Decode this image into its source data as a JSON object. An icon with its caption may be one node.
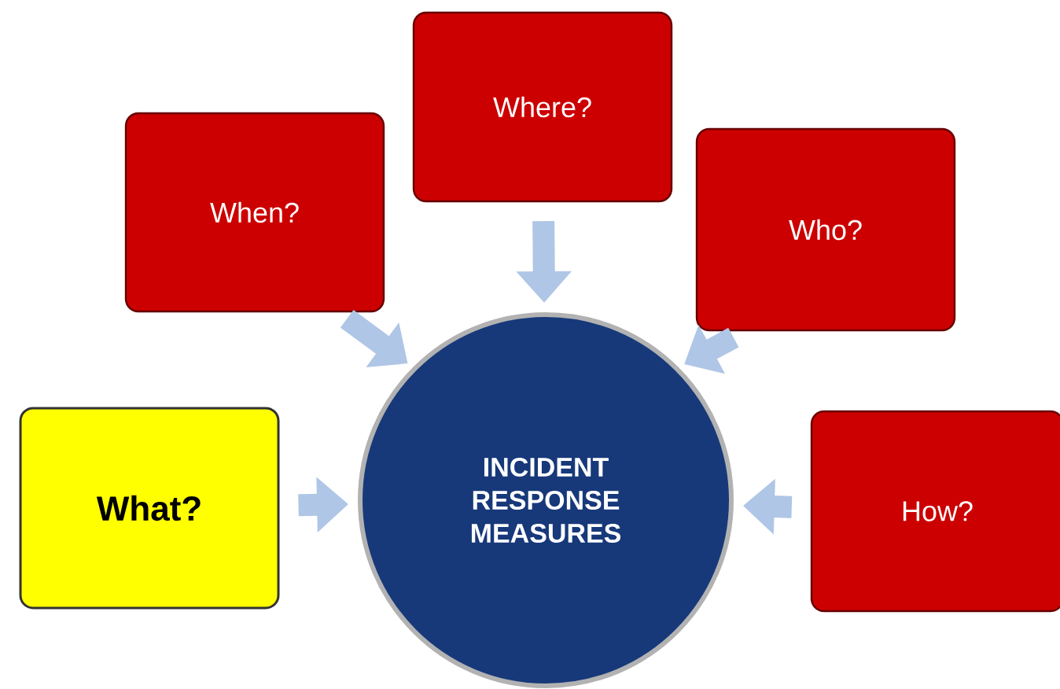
{
  "diagram": {
    "nodes": [
      {
        "text": [
          "When?"
        ]
      },
      {
        "text": [
          "Where?"
        ]
      },
      {
        "text": [
          "Who?"
        ]
      },
      {
        "text": [
          "What?"
        ]
      },
      {
        "text": [
          "INCIDENT RESPONSE MEASURES"
        ]
      },
      {
        "text": [
          "How?"
        ]
      }
    ],
    "edges": [
      {
        "from": 0,
        "to": 4,
        "arrow": "to"
      },
      {
        "from": 1,
        "to": 4,
        "arrow": "to"
      },
      {
        "from": 2,
        "to": 4,
        "arrow": "to"
      },
      {
        "from": 3,
        "to": 4,
        "arrow": "to"
      },
      {
        "from": 5,
        "to": 4,
        "arrow": "to"
      }
    ]
  }
}
